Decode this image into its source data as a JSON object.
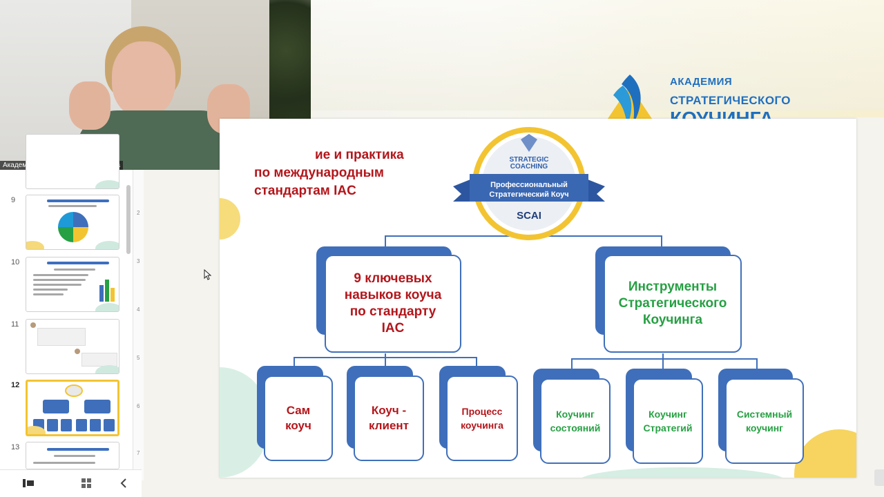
{
  "webcam": {
    "label": "Академия Стратегического Коучинга"
  },
  "logo": {
    "line1": "АКАДЕМИЯ",
    "line2": "СТРАТЕГИЧЕСКОГО",
    "line3": "КОУЧИНГА",
    "colors": {
      "blue": "#1f6fbf",
      "yellow": "#f3c431"
    }
  },
  "slides_panel": {
    "items": [
      {
        "number": "9"
      },
      {
        "number": "10"
      },
      {
        "number": "11"
      },
      {
        "number": "12",
        "active": true
      },
      {
        "number": "13"
      }
    ],
    "bottom_buttons": [
      "filmstrip-icon",
      "grid-icon",
      "chevron-left-icon"
    ]
  },
  "ruler": {
    "marks": [
      "2",
      "3",
      "4",
      "5",
      "6",
      "7"
    ]
  },
  "slide": {
    "heading_lines": [
      "ие и практика",
      "по международным",
      "стандартам IAC"
    ],
    "badge": {
      "logo_line1": "STRATEGIC",
      "logo_line2": "COACHING",
      "ribbon_line1": "Профессиональный",
      "ribbon_line2": "Стратегический Коуч",
      "code": "SCAI"
    },
    "left_main": [
      "9 ключевых",
      "навыков коуча",
      "по стандарту",
      "IAC"
    ],
    "right_main": [
      "Инструменты",
      "Стратегического",
      "Коучинга"
    ],
    "left_children": [
      [
        "Сам",
        "коуч"
      ],
      [
        "Коуч -",
        "клиент"
      ],
      [
        "Процесс",
        "коучинга"
      ]
    ],
    "right_children": [
      [
        "Коучинг",
        "состояний"
      ],
      [
        "Коучинг",
        "Стратегий"
      ],
      [
        "Системный",
        "коучинг"
      ]
    ],
    "colors": {
      "red": "#b3161b",
      "green": "#26a043",
      "box_blue": "#3f6fba"
    }
  }
}
